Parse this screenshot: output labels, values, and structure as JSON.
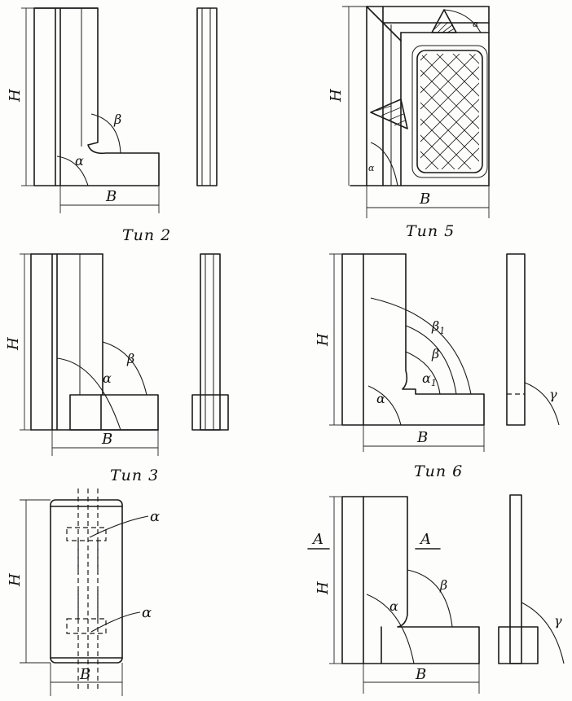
{
  "captions": {
    "type2": "Тип 2",
    "type3": "Тип 3",
    "type5": "Тип 5",
    "type6": "Тип 6"
  },
  "labels": {
    "height": "H",
    "width": "B",
    "alpha": "α",
    "alpha1": "α",
    "alpha1_sub": "1",
    "beta": "β",
    "beta1": "β",
    "beta1_sub": "1",
    "gamma": "γ",
    "section": "A"
  }
}
